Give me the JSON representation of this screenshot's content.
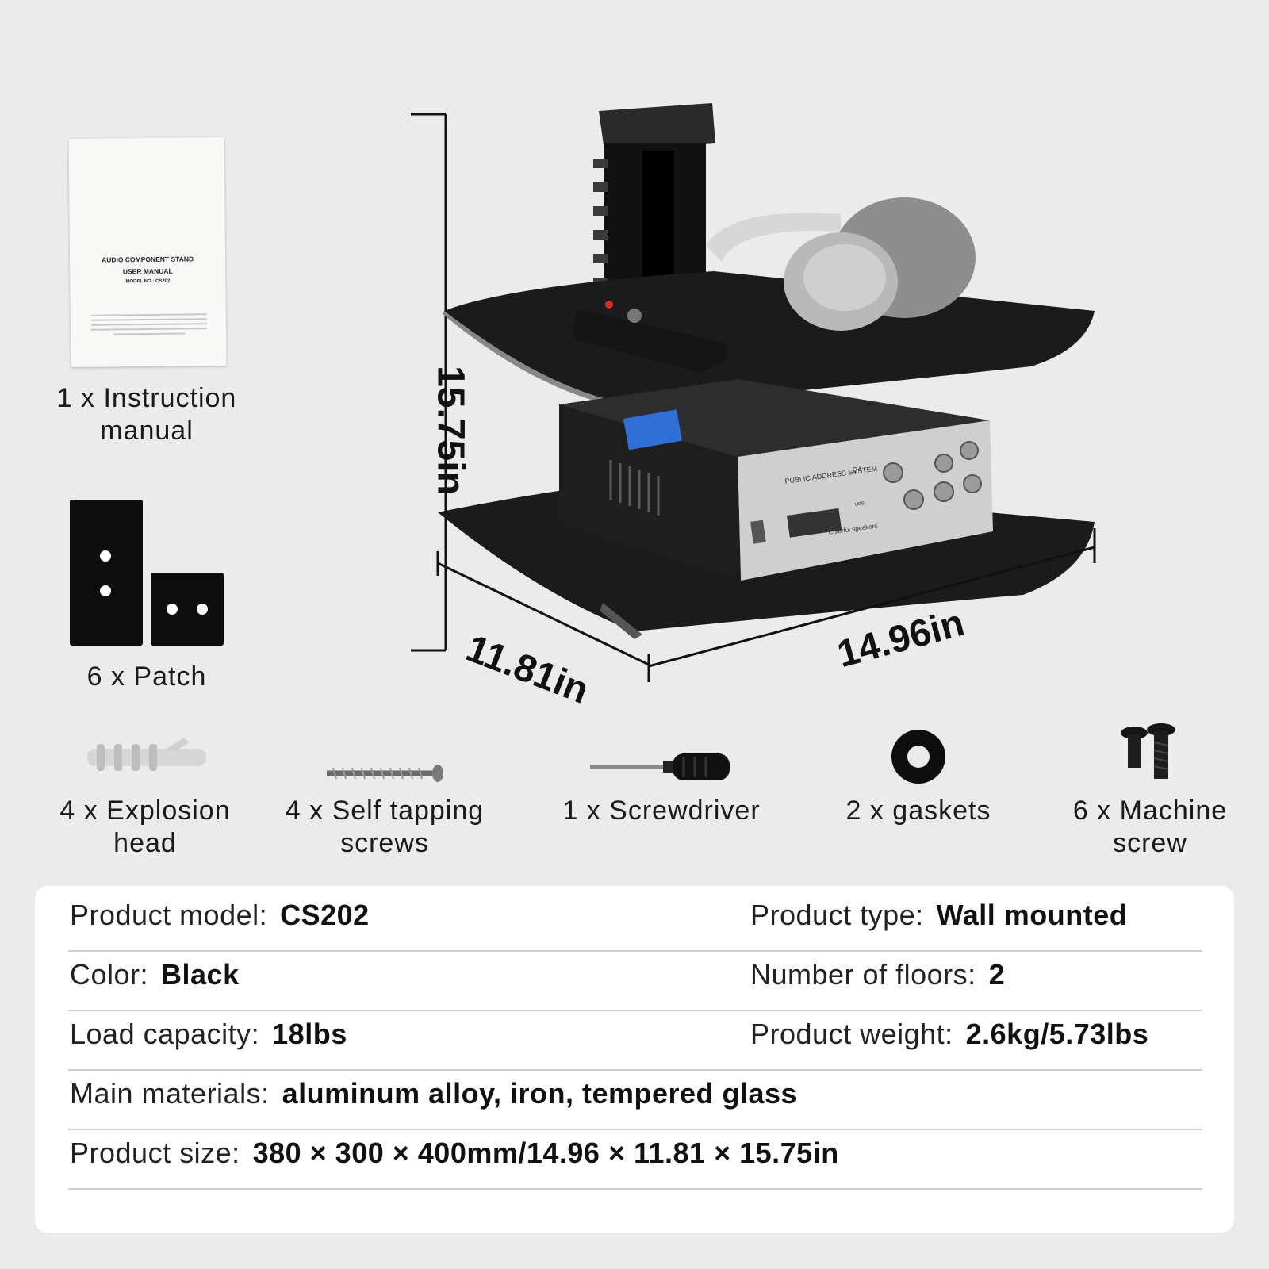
{
  "manual_cover": {
    "title": "AUDIO COMPONENT STAND",
    "subtitle": "USER MANUAL",
    "model": "MODEL NO.: CS202"
  },
  "accessories": {
    "manual": "1 x Instruction manual",
    "patch": "6 x Patch",
    "explosion_head": "4 x Explosion head",
    "self_tapping": "4 x Self tapping screws",
    "screwdriver": "1 x Screwdriver",
    "gaskets": "2 x gaskets",
    "machine_screw": "6 x Machine screw"
  },
  "dimensions": {
    "height": "15.75in",
    "depth": "11.81in",
    "width": "14.96in"
  },
  "amplifier": {
    "brand": "PUBLIC ADDRESS SYSTEM",
    "model": "G4",
    "screen_text": "Colorful speakers",
    "usb": "USB"
  },
  "specs": {
    "model_key": "Product model:",
    "model_val": "CS202",
    "type_key": "Product type:",
    "type_val": "Wall mounted",
    "color_key": "Color:",
    "color_val": "Black",
    "floors_key": "Number of floors:",
    "floors_val": "2",
    "load_key": "Load capacity:",
    "load_val": "18lbs",
    "weight_key": "Product weight:",
    "weight_val": "2.6kg/5.73lbs",
    "materials_key": "Main materials:",
    "materials_val": "aluminum alloy, iron, tempered glass",
    "size_key": "Product size:",
    "size_val": "380 × 300 × 400mm/14.96 × 11.81 × 15.75in"
  },
  "colors": {
    "background": "#ebebeb",
    "card": "#ffffff",
    "glass": "#1a1a1a"
  }
}
